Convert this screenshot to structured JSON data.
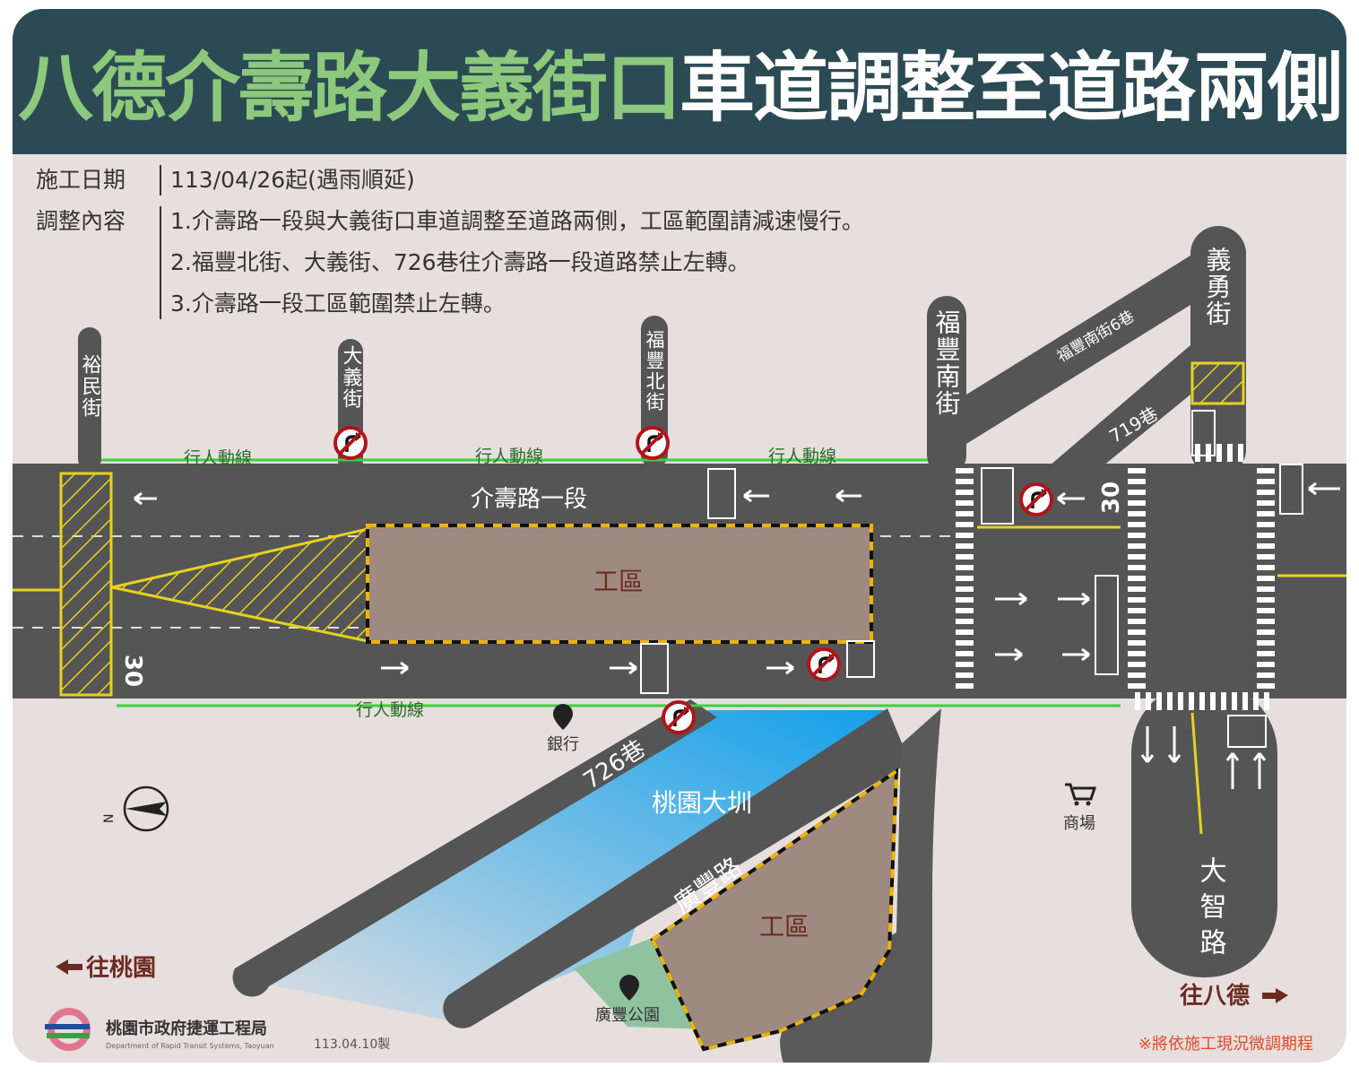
{
  "header": {
    "title_green": "八德介壽路大義街口",
    "title_white": "車道調整至道路兩側"
  },
  "info": {
    "date_label": "施工日期",
    "date_value": "113/04/26起(遇雨順延)",
    "content_label": "調整內容",
    "items": [
      "1.介壽路一段與大義街口車道調整至道路兩側，工區範圍請減速慢行。",
      "2.福豐北街、大義街、726巷往介壽路一段道路禁止左轉。",
      "3.介壽路一段工區範圍禁止左轉。"
    ]
  },
  "map": {
    "streets": {
      "yumin": "裕民街",
      "dayi": "大義街",
      "fufeng_north": "福豐北街",
      "fufeng_south": "福豐南街",
      "yiyong": "義勇街",
      "fufeng_south_lane6": "福豐南街6巷",
      "lane719": "719巷",
      "main_road": "介壽路一段",
      "lane726": "726巷",
      "guangfeng": "廣豐路",
      "dazhi": "大智路"
    },
    "pedestrian_path": "行人動線",
    "work_zone": "工區",
    "canal": "桃園大圳",
    "speed_limit": "30",
    "pois": {
      "bank": "銀行",
      "mall": "商場",
      "park": "廣豐公園"
    },
    "directions": {
      "to_taoyuan": "往桃園",
      "to_bade": "往八德"
    },
    "icons": [
      "no-left-turn-icon",
      "map-pin-icon",
      "shopping-cart-icon",
      "compass-icon",
      "arrow-left-icon",
      "arrow-right-icon"
    ],
    "colors": {
      "road": "#555555",
      "work_zone": "#9e8a80",
      "pedestrian_line": "#3ecf3e",
      "canal": "#1aa0e6",
      "title_green": "#8cc97c",
      "header": "#2c4a53"
    }
  },
  "footer": {
    "org_name": "桃園市政府捷運工程局",
    "org_english": "Department of Rapid Transit Systems, Taoyuan",
    "made_date": "113.04.10製",
    "note": "※將依施工現況微調期程"
  }
}
